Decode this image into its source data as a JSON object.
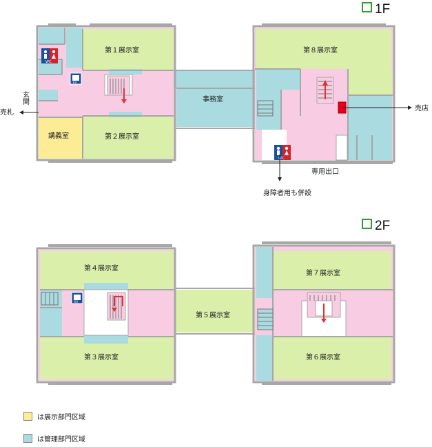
{
  "colors": {
    "exhibit": "#d9efaa",
    "admin": "#a9dbe0",
    "public": "#f8cde3",
    "lecture": "#fbec95",
    "wall": "#a7a7a7",
    "accent_green": "#2e9e2e",
    "shop_red": "#e8001c",
    "toilet_blue": "#1d4fa0",
    "toilet_red": "#d6232a",
    "arrow_red": "#e53030"
  },
  "floors": {
    "first": {
      "label": "1F",
      "rooms": {
        "ex1": "第１展示室",
        "ex2": "第２展示室",
        "ex8": "第８展示室",
        "office": "事務室",
        "lecture": "講義室"
      },
      "annotations": {
        "entrance": "玄関",
        "ticket": "売札",
        "shop": "売店",
        "staff_exit": "専用出口",
        "accessible_toilet": "身障者用も併設"
      },
      "icons": [
        "toilet-icon",
        "elevator-icon",
        "stairs-icon",
        "shop-marker-icon"
      ]
    },
    "second": {
      "label": "2F",
      "rooms": {
        "ex3": "第３展示室",
        "ex4": "第４展示室",
        "ex5": "第５展示室",
        "ex6": "第６展示室",
        "ex7": "第７展示室"
      },
      "icons": [
        "elevator-icon",
        "stairs-icon"
      ]
    }
  },
  "legend": [
    {
      "text": "は展示部門区域",
      "color_key": "lecture"
    },
    {
      "text": "は管理部門区域",
      "color_key": "admin"
    }
  ]
}
